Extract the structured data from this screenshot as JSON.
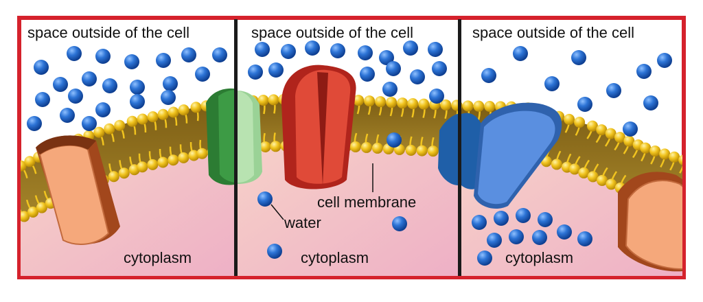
{
  "colors": {
    "frame": "#d5222c",
    "divider": "#1a1a1a",
    "outside": "#ffffff",
    "cytoplasm": "#f2bcc8",
    "membrane_core": "#8a6a1a",
    "phospholipid_head": "#f1c41f",
    "water_molecule": "#1e63c2",
    "protein_orange": "#f5a87b",
    "protein_green": "#3d9b45",
    "protein_red": "#d93a2b",
    "protein_blue": "#4a7fd0"
  },
  "panels": [
    {
      "outside_label": "space outside of the cell",
      "cytoplasm_label": "cytoplasm"
    },
    {
      "outside_label": "space outside of the cell",
      "cytoplasm_label": "cytoplasm"
    },
    {
      "outside_label": "space outside of the cell",
      "cytoplasm_label": "cytoplasm"
    }
  ],
  "callouts": {
    "water": "water",
    "cell_membrane": "cell membrane"
  }
}
